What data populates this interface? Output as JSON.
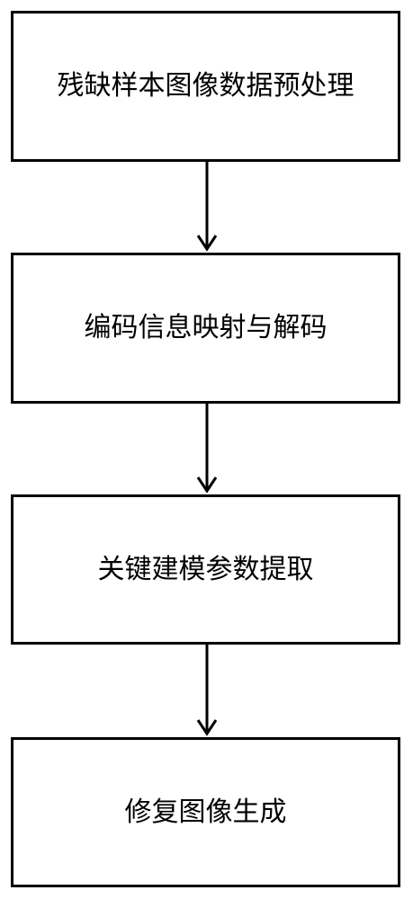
{
  "flowchart": {
    "steps": [
      {
        "label": "残缺样本图像数据预处理"
      },
      {
        "label": "编码信息映射与解码"
      },
      {
        "label": "关键建模参数提取"
      },
      {
        "label": "修复图像生成"
      }
    ]
  },
  "colors": {
    "stroke": "#000000",
    "background": "#ffffff"
  }
}
